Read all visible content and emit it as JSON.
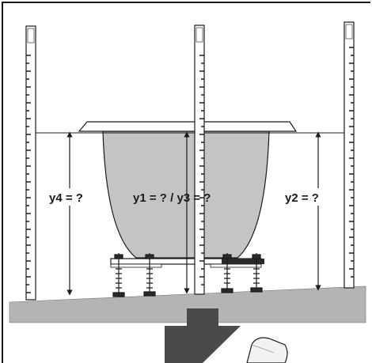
{
  "labels": {
    "y4": "y4 = ?",
    "y1_y3": "y1 = ? / y3 = ?",
    "y2": "y2 = ?"
  },
  "colors": {
    "tub_fill": "#c4c4c4",
    "floor_fill": "#b4b4b4",
    "arrow_fill": "#4a4a4a",
    "line": "#1a1a1a",
    "ruler_fill": "#ffffff",
    "frame_border": "#1a1a1a"
  },
  "icons": {
    "measuring_rods": "spirit-level-rod-icon",
    "down_arrow": "down-arrow-icon",
    "tool": "tool-handle-icon"
  }
}
